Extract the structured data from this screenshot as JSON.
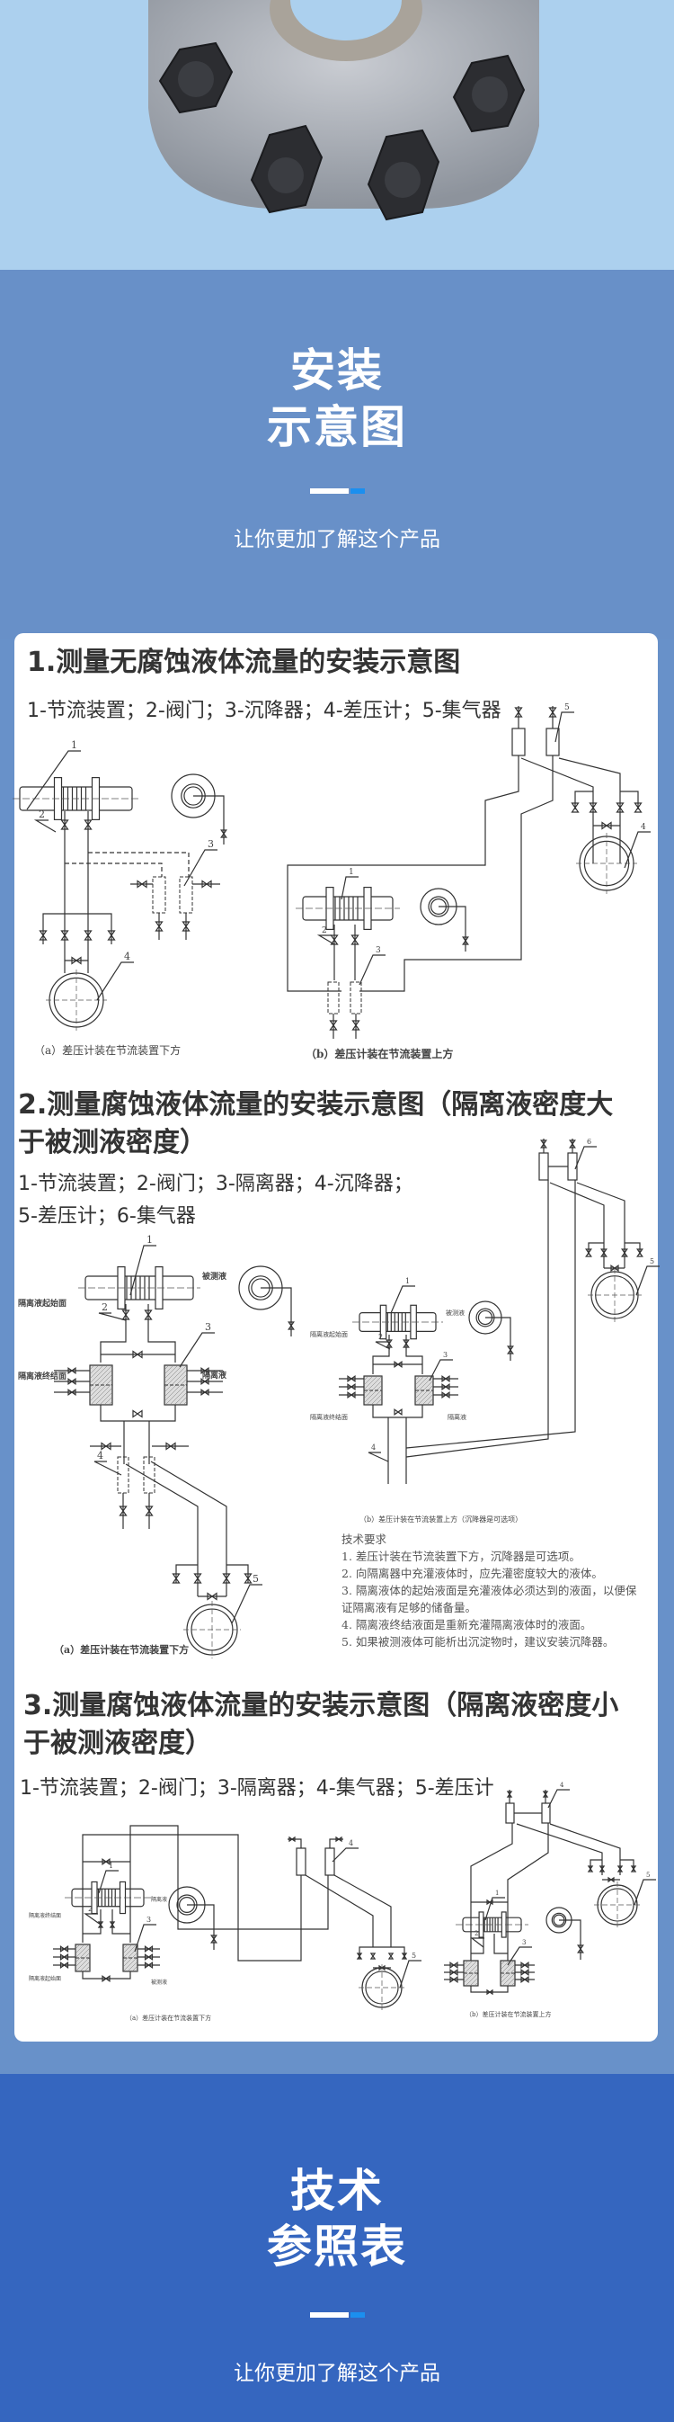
{
  "install_section": {
    "title_line1": "安装",
    "title_line2": "示意图",
    "subtitle": "让你更加了解这个产品",
    "accent_color": "#1b8fef"
  },
  "section1": {
    "heading": "1.测量无腐蚀液体流量的安装示意图",
    "legend": "1-节流装置；2-阀门；3-沉降器；4-差压计；5-集气器",
    "caption_a": "（a）差压计装在节流装置下方",
    "caption_b": "（b）差压计装在节流装置上方"
  },
  "section2": {
    "heading_line1": "2.测量腐蚀液体流量的安装示意图（隔离液密度大",
    "heading_line2": "于被测液密度）",
    "legend_line1": "1-节流装置；2-阀门；3-隔离器；4-沉降器；",
    "legend_line2": "5-差压计；6-集气器",
    "label_start_face": "隔离液起始面",
    "label_end_face": "隔离液终结面",
    "label_measured": "被测液",
    "label_isolation": "隔离液",
    "caption_a": "（a）差压计装在节流装置下方",
    "caption_b": "（b）差压计装在节流装置上方（沉降器是可选项）",
    "tech_title": "技术要求",
    "tech_items": [
      "1. 差压计装在节流装置下方，沉降器是可选项。",
      "2. 向隔离器中充灌液体时，应先灌密度较大的液体。",
      "3. 隔离液体的起始液面是充灌液体必须达到的液面，以便保证隔离液有足够的储备量。",
      "4. 隔离液终结液面是重新充灌隔离液体时的液面。",
      "5. 如果被测液体可能析出沉淀物时，建议安装沉降器。"
    ]
  },
  "section3": {
    "heading_line1": "3.测量腐蚀液体流量的安装示意图（隔离液密度小",
    "heading_line2": "于被测液密度）",
    "legend": "1-节流装置；2-阀门；3-隔离器；4-集气器；5-差压计",
    "label_end_face": "隔离液终结面",
    "label_start_face": "隔离液起始面",
    "label_isolation": "隔离液",
    "label_measured": "被测液",
    "caption_a": "（a）差压计装在节流装置下方",
    "caption_b": "（b）差压计装在节流装置上方"
  },
  "tech_section": {
    "title_line1": "技术",
    "title_line2": "参照表",
    "subtitle": "让你更加了解这个产品"
  },
  "diagram_numbers": [
    "1",
    "2",
    "3",
    "4",
    "5",
    "6"
  ]
}
